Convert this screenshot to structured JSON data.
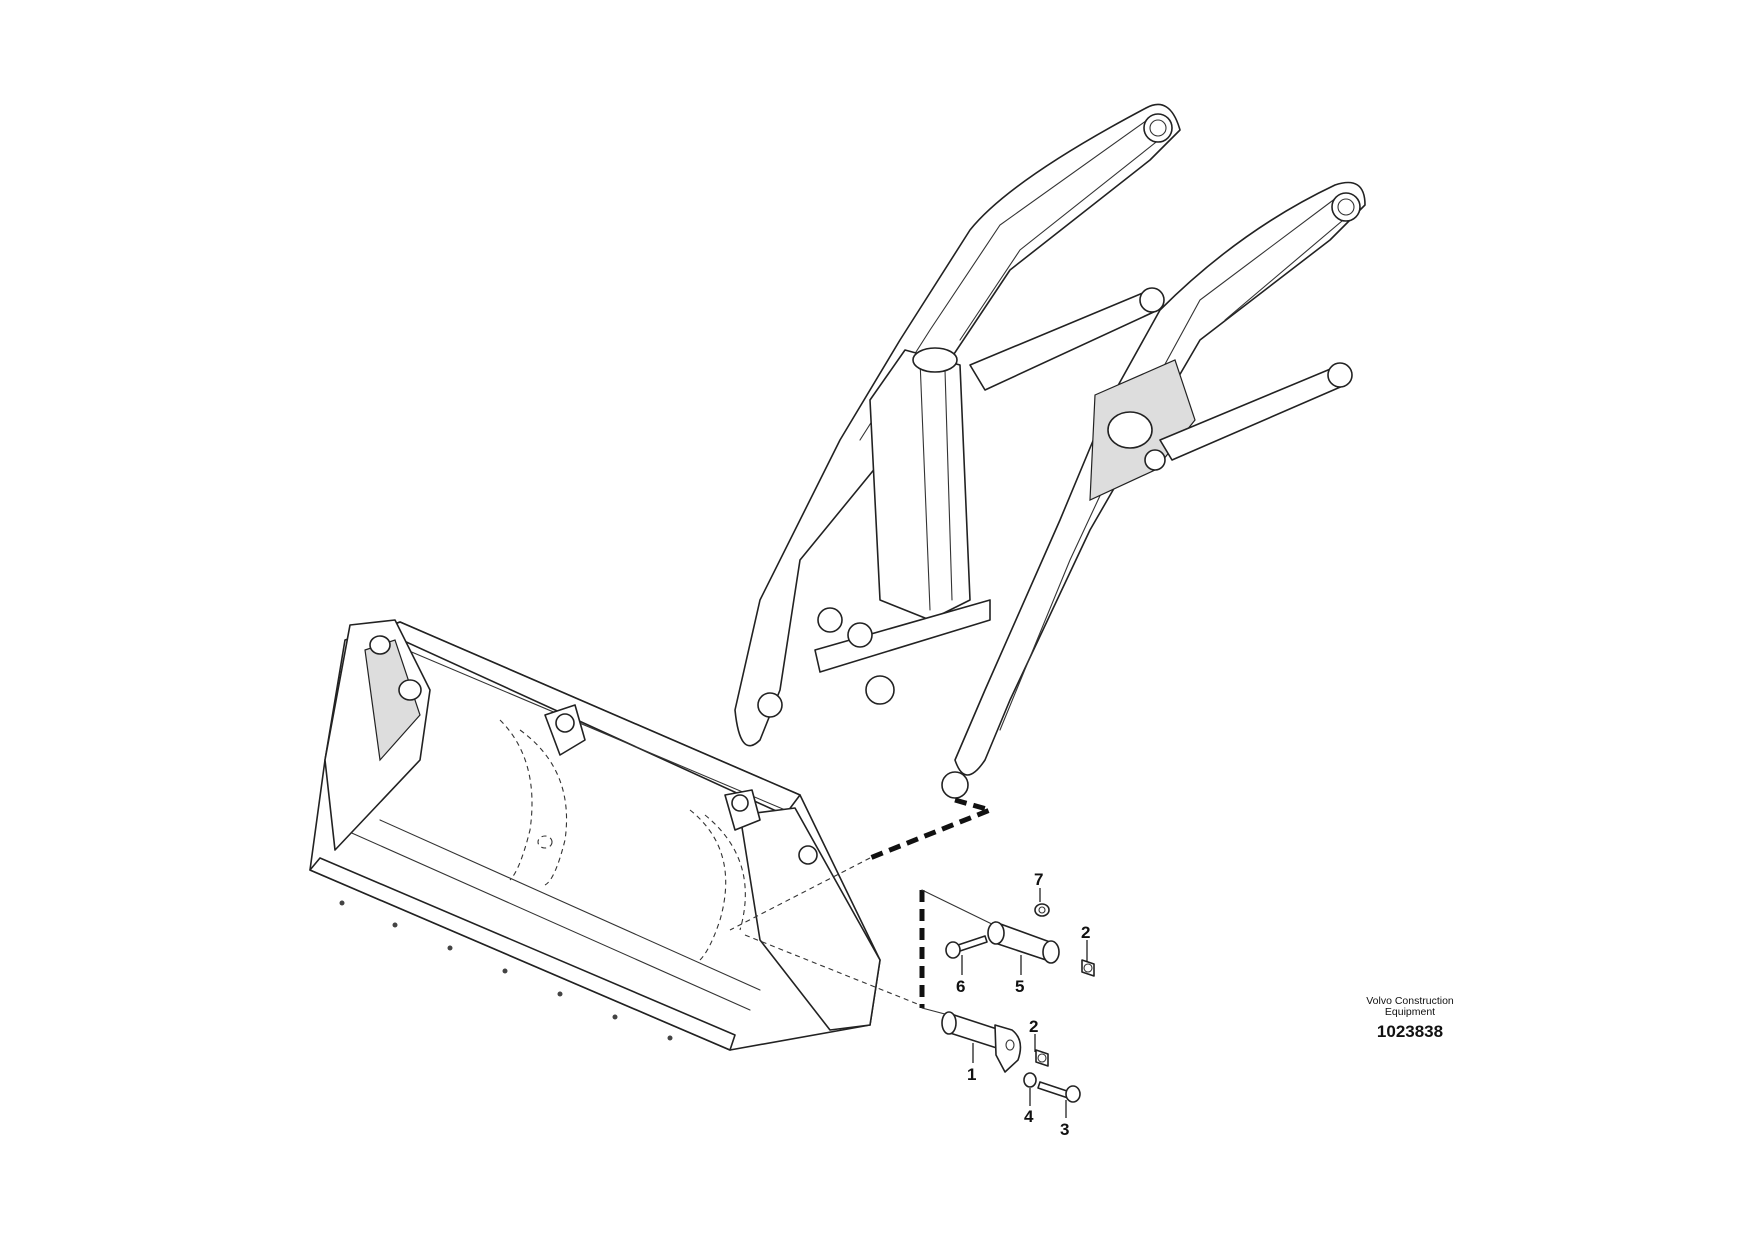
{
  "callouts": {
    "c1": "1",
    "c2a": "2",
    "c2b": "2",
    "c3": "3",
    "c4": "4",
    "c5": "5",
    "c6": "6",
    "c7": "7"
  },
  "brand_line1": "Volvo Construction",
  "brand_line2": "Equipment",
  "drawing_number": "1023838"
}
